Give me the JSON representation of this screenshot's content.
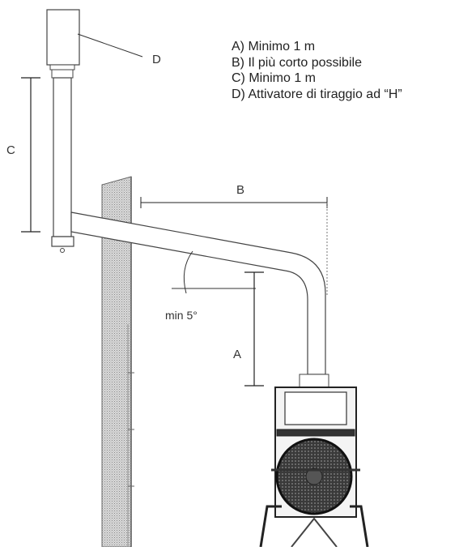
{
  "legend": [
    "A) Minimo 1 m",
    "B) Il più corto possibile",
    "C) Minimo 1 m",
    "D) Attivatore di tiraggio ad “H”"
  ],
  "labels": {
    "a": "A",
    "b": "B",
    "c": "C",
    "d": "D",
    "angle": "min 5°"
  }
}
